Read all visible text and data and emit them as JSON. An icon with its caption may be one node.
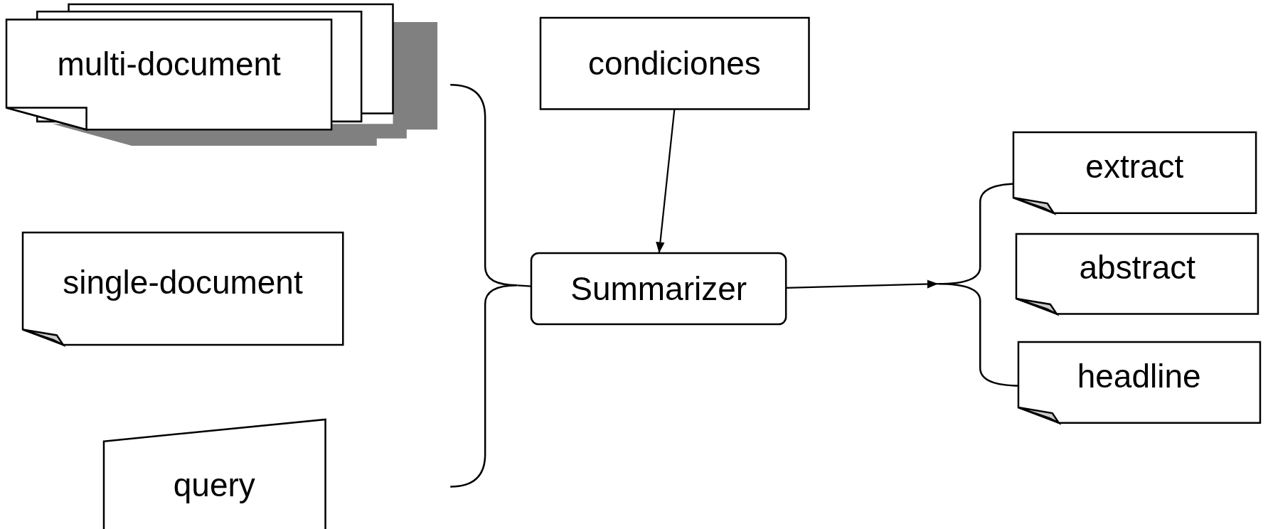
{
  "diagram": {
    "nodes": [
      {
        "text": [
          "multi-document"
        ]
      },
      {
        "text": [
          "single-document"
        ]
      },
      {
        "text": [
          "query"
        ]
      },
      {
        "text": [],
        "shape": "brace"
      },
      {
        "text": [
          "condiciones"
        ]
      },
      {
        "text": [
          "Summarizer"
        ]
      },
      {
        "text": [],
        "shape": "brace"
      },
      {
        "text": [
          "extract"
        ]
      },
      {
        "text": [
          "abstract"
        ]
      },
      {
        "text": [
          "headline"
        ]
      }
    ],
    "edges": [
      {
        "from": 3,
        "to": 5,
        "arrow": "none"
      },
      {
        "from": 4,
        "to": 5,
        "arrow": "to"
      },
      {
        "from": 5,
        "to": 6,
        "arrow": "to"
      }
    ]
  }
}
